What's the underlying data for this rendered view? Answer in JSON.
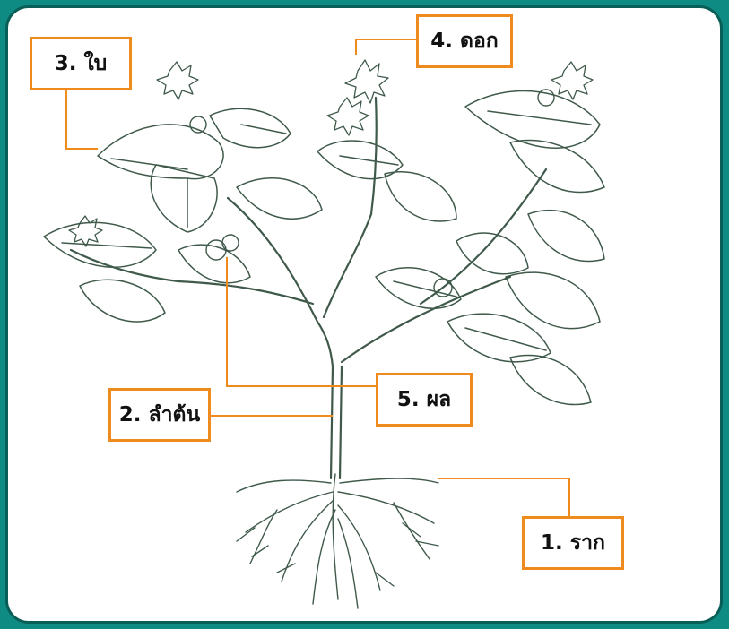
{
  "diagram": {
    "labels": {
      "root": "1. ราก",
      "stem": "2. ลำต้น",
      "leaf": "3. ใบ",
      "flower": "4. ดอก",
      "fruit": "5. ผล"
    }
  },
  "colors": {
    "outer_background": "#0e8c83",
    "frame_border": "#0a5e58",
    "leader_line": "#ef8a1c",
    "label_border": "#ef8a1c",
    "plant_ink": "#3f5a4a"
  },
  "icons": {
    "plant_drawing": "plant-illustration"
  }
}
